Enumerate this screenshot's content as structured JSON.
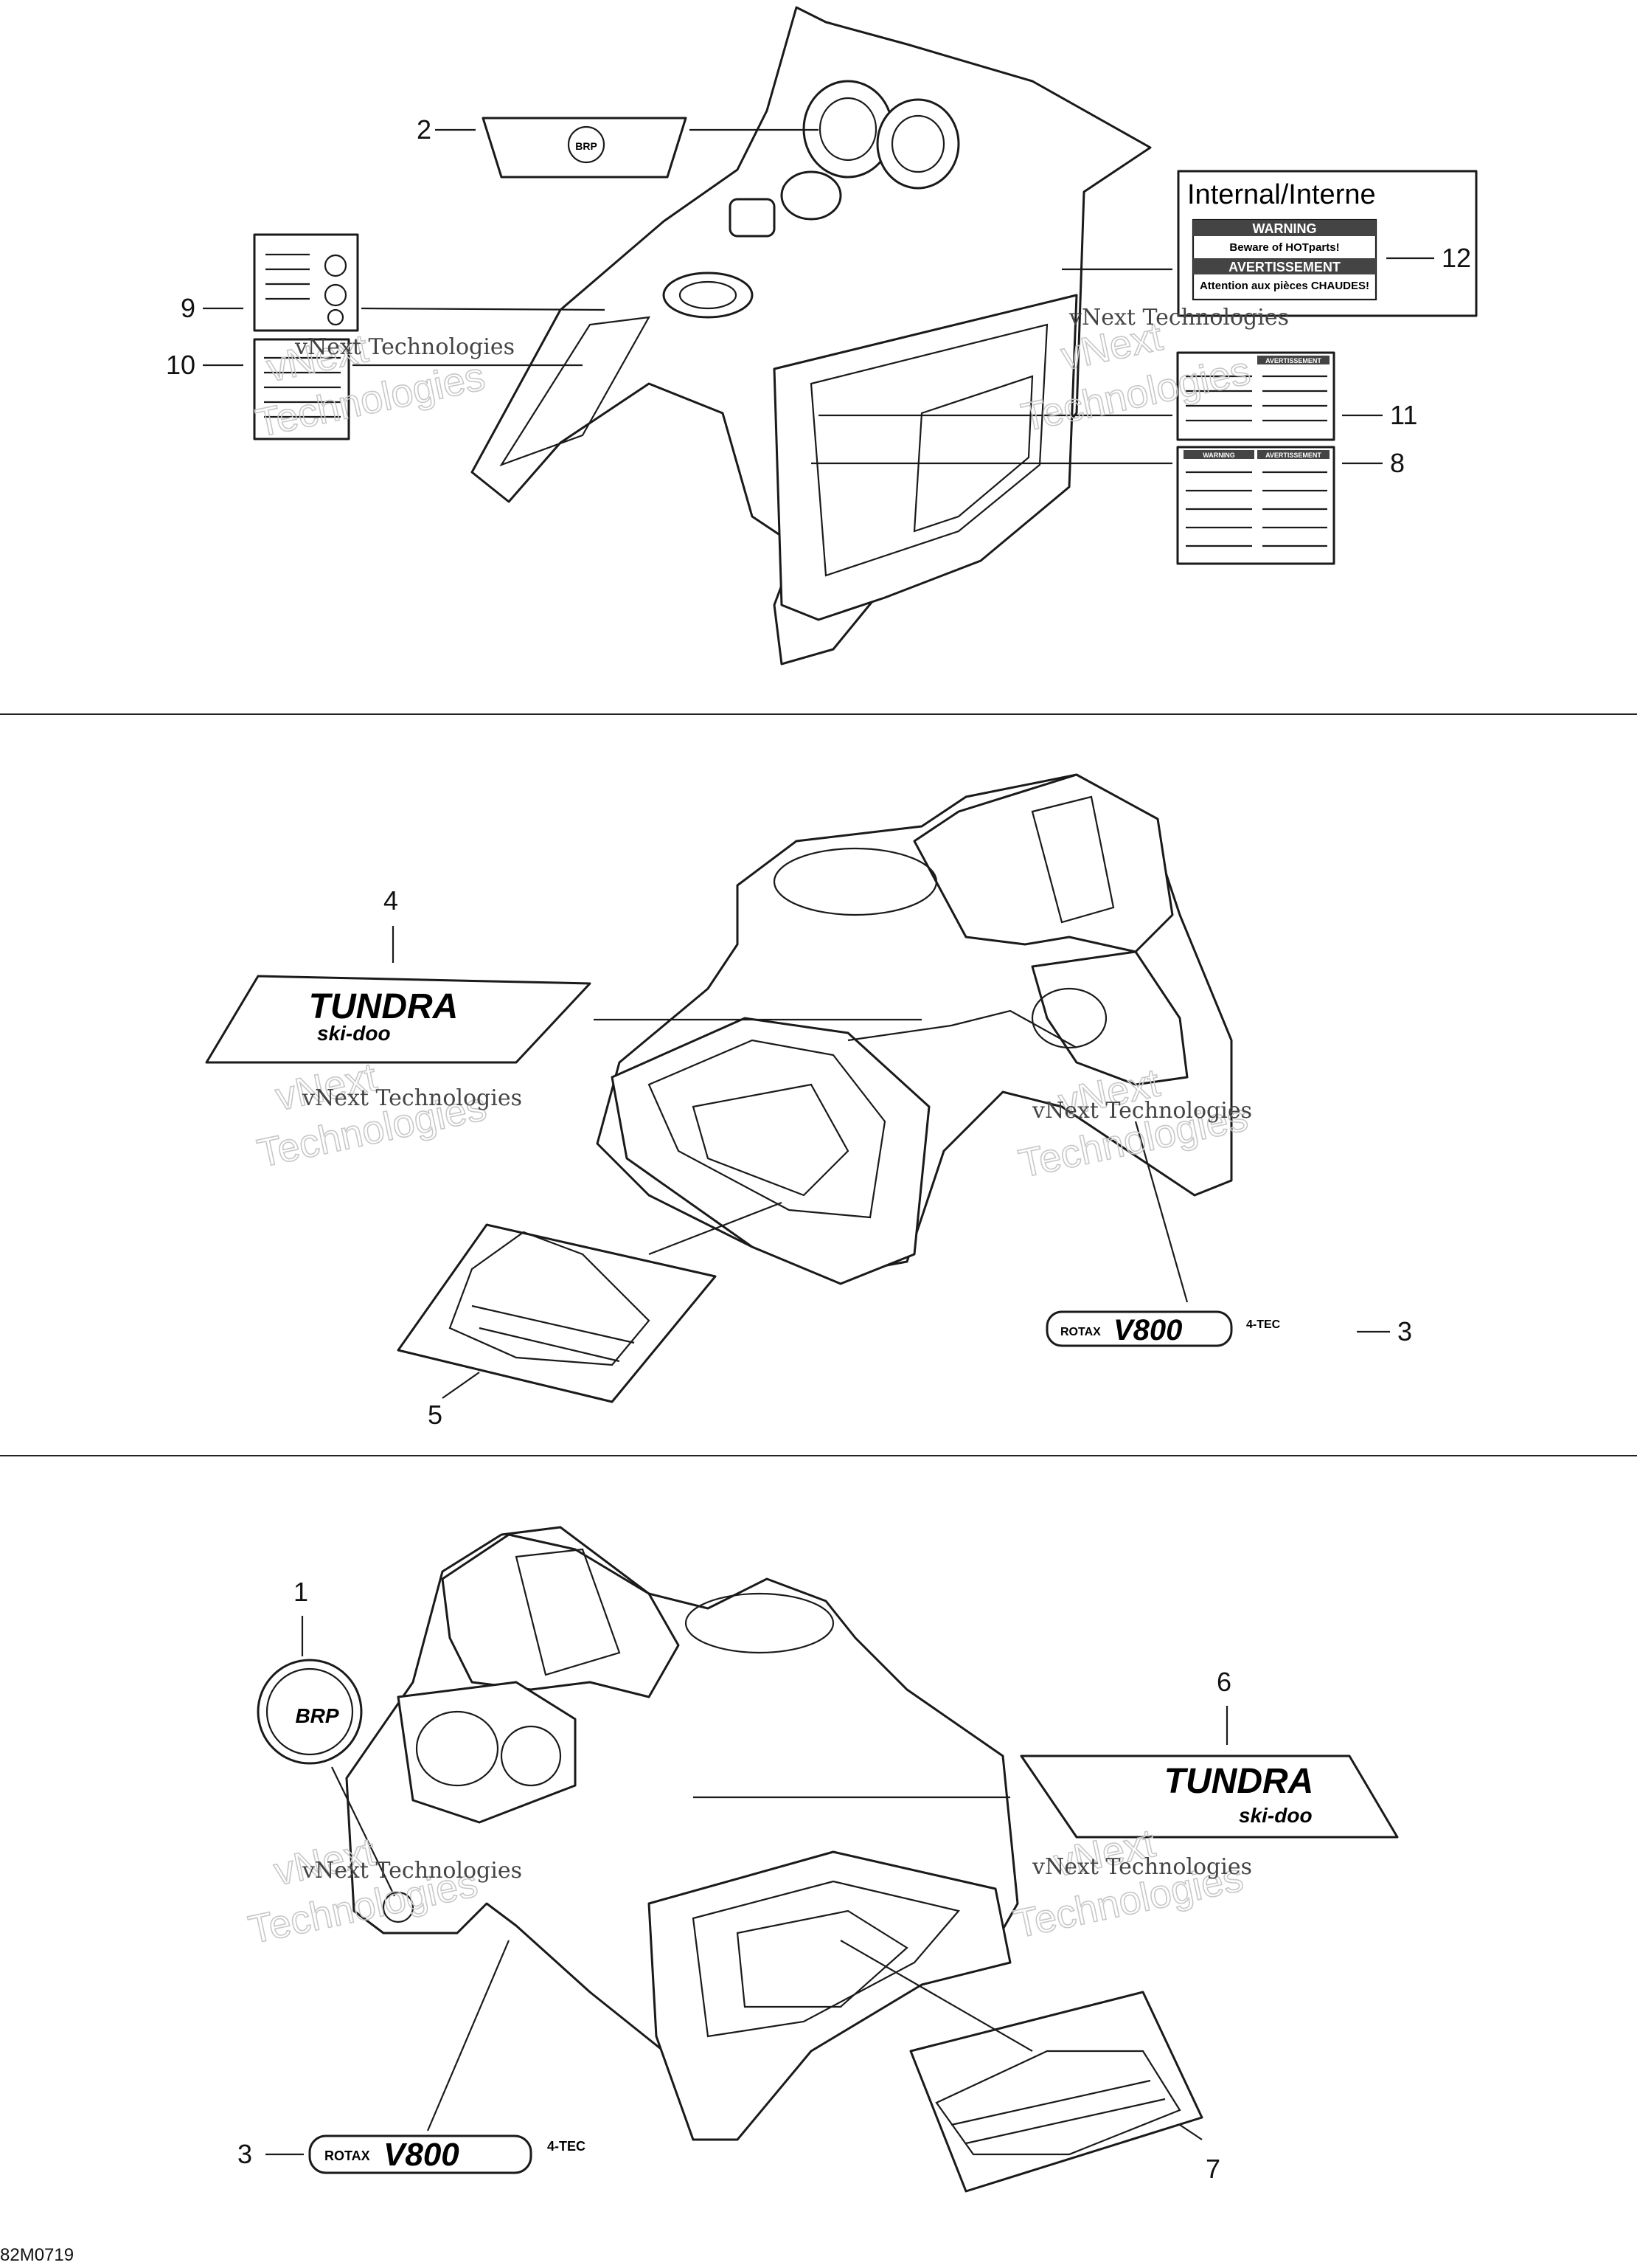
{
  "callouts": {
    "n1": "1",
    "n2": "2",
    "n3a": "3",
    "n3b": "3",
    "n4": "4",
    "n5": "5",
    "n6": "6",
    "n7": "7",
    "n8": "8",
    "n9": "9",
    "n10": "10",
    "n11": "11",
    "n12": "12"
  },
  "internal_label": {
    "title": "Internal/Interne",
    "warning": "WARNING",
    "warning_text": "Beware of HOTparts!",
    "avertissement": "AVERTISSEMENT",
    "avertissement_text": "Attention aux pièces CHAUDES!"
  },
  "decals": {
    "tundra": "TUNDRA",
    "skidoo": "ski-doo",
    "rotax": "ROTAX",
    "v800": "V800",
    "fourtec": "4-TEC",
    "brp": "BRP",
    "warning_small": "WARNING",
    "avertissement_small": "AVERTISSEMENT"
  },
  "watermark": {
    "line1": "vNext",
    "line2": "Technologies",
    "full": "vNext Technologies"
  },
  "figure_code": "82M0719"
}
